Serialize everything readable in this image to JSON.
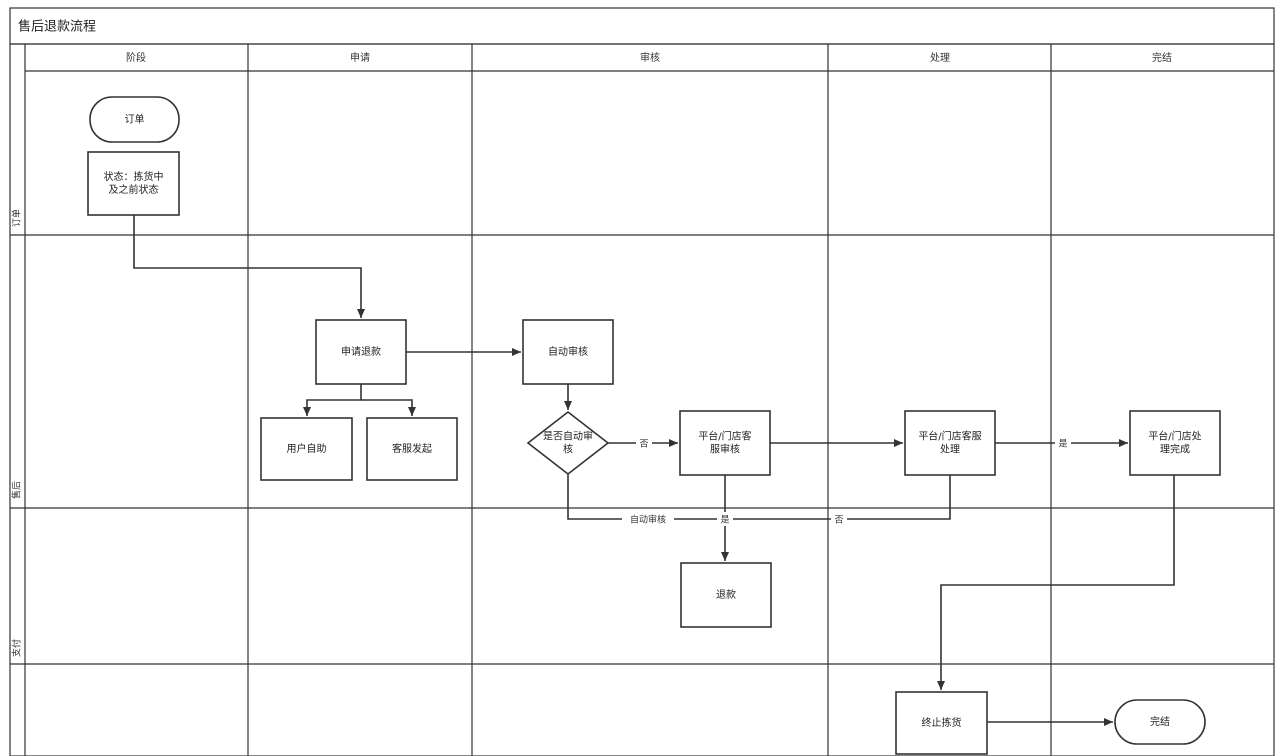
{
  "title": "售后退款流程",
  "columns": [
    "阶段",
    "申请",
    "审核",
    "处理",
    "完结"
  ],
  "lanes": [
    "订单",
    "售后",
    "支付",
    ""
  ],
  "nodes": {
    "order": "订单",
    "order_status": "状态：拣货中\n及之前状态",
    "apply_refund": "申请退款",
    "user_self": "用户自助",
    "cs_initiate": "客服发起",
    "auto_review": "自动审核",
    "is_auto_review": "是否自动审\n核",
    "platform_cs_review": "平台/门店客\n服审核",
    "platform_cs_handle": "平台/门店客服\n处理",
    "platform_done": "平台/门店处\n理完成",
    "refund": "退款",
    "stop_picking": "终止拣货",
    "finished": "完结"
  },
  "edge_labels": {
    "no1": "否",
    "yes1": "是",
    "auto_review_path": "自动审核",
    "yes2": "是",
    "no2": "否"
  }
}
